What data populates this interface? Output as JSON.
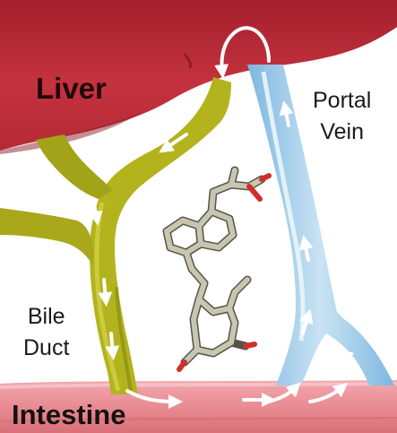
{
  "labels": {
    "liver": "Liver",
    "portal_vein_line1": "Portal",
    "portal_vein_line2": "Vein",
    "bile_duct_line1": "Bile",
    "bile_duct_line2": "Duct",
    "intestine": "Intestine"
  },
  "colors": {
    "liver": "#c4323e",
    "liver_dark": "#8e1e28",
    "bile_duct": "#b3b31e",
    "bile_duct_dark": "#7e7d10",
    "portal_vein": "#9fcbe8",
    "portal_vein_dark": "#6aa6d3",
    "intestine": "#e98b92",
    "intestine_light": "#f4b6bb",
    "molecule_carbon": "#b9b6a0",
    "molecule_oxygen": "#d0302a",
    "flow_arrows": "#ffffff"
  }
}
